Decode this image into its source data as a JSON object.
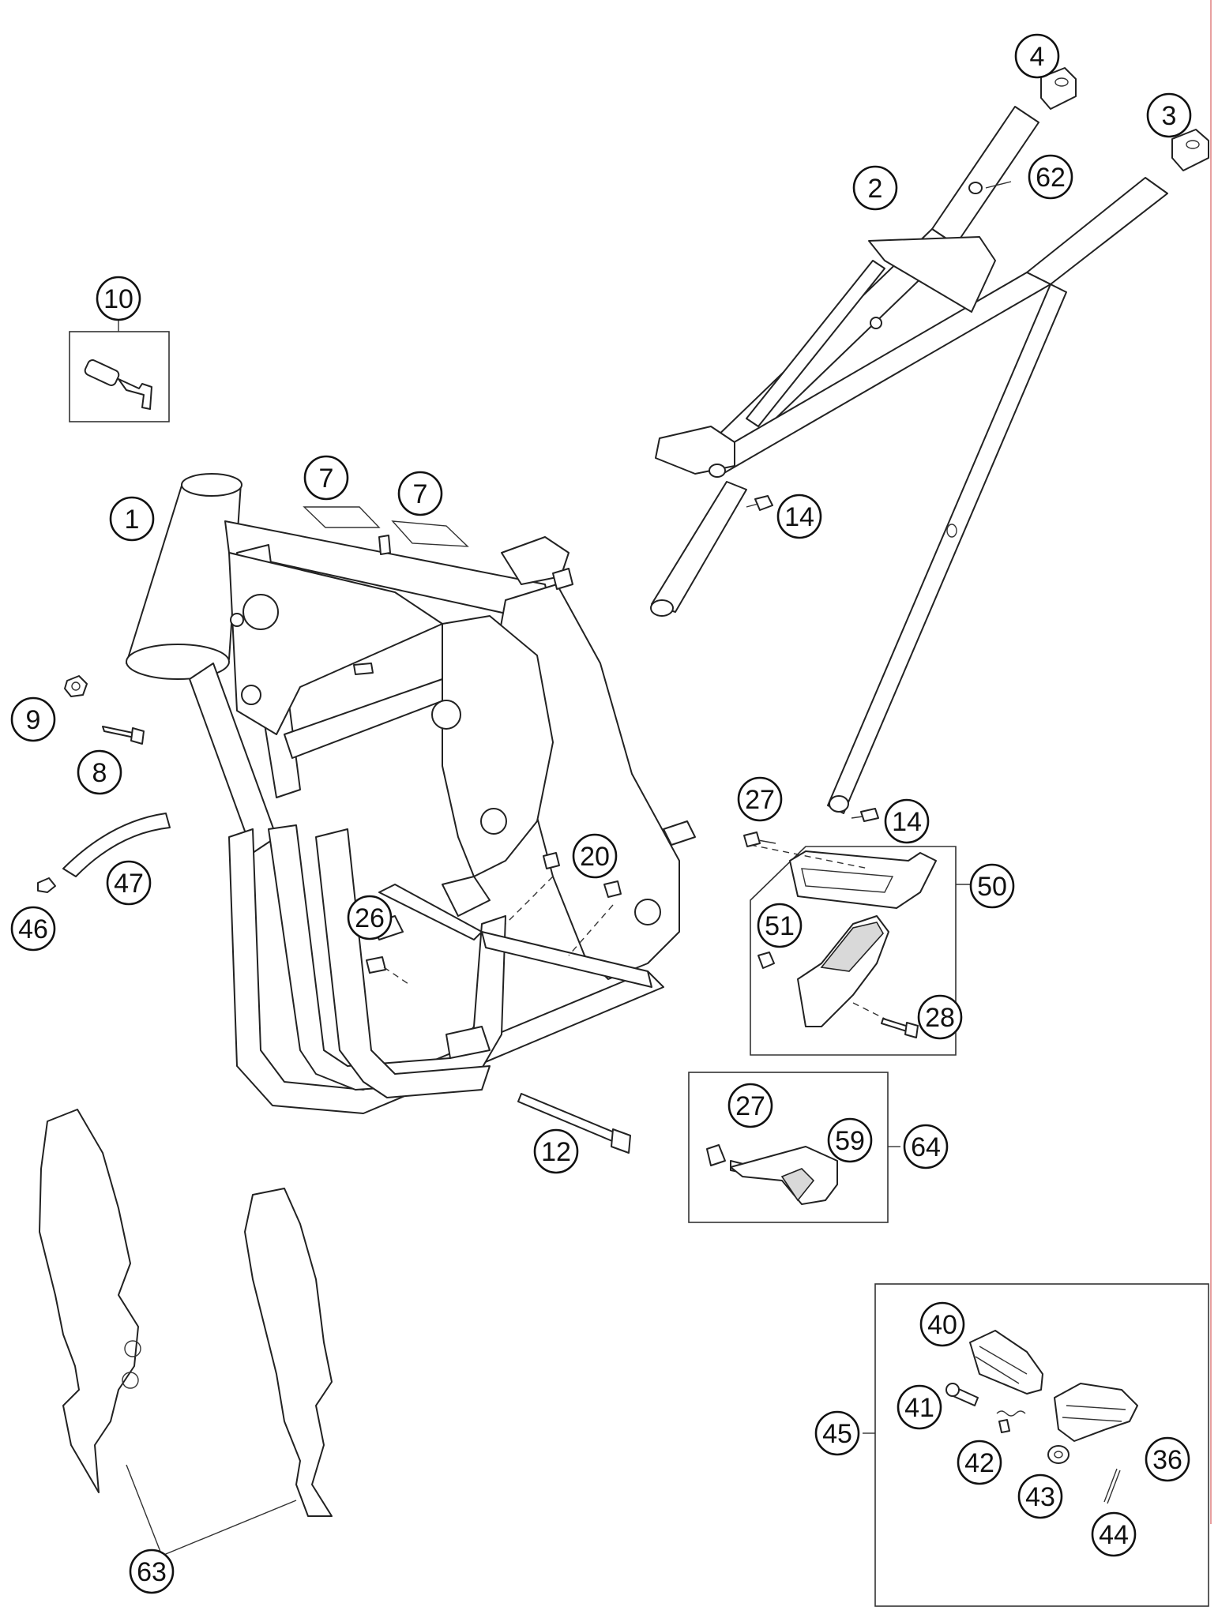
{
  "diagram": {
    "callouts": [
      {
        "id": "c-4",
        "label": "4"
      },
      {
        "id": "c-3",
        "label": "3"
      },
      {
        "id": "c-2",
        "label": "2"
      },
      {
        "id": "c-62",
        "label": "62"
      },
      {
        "id": "c-10",
        "label": "10"
      },
      {
        "id": "c-7a",
        "label": "7"
      },
      {
        "id": "c-7b",
        "label": "7"
      },
      {
        "id": "c-1",
        "label": "1"
      },
      {
        "id": "c-14a",
        "label": "14"
      },
      {
        "id": "c-9",
        "label": "9"
      },
      {
        "id": "c-8",
        "label": "8"
      },
      {
        "id": "c-27a",
        "label": "27"
      },
      {
        "id": "c-14b",
        "label": "14"
      },
      {
        "id": "c-20",
        "label": "20"
      },
      {
        "id": "c-50",
        "label": "50"
      },
      {
        "id": "c-47",
        "label": "47"
      },
      {
        "id": "c-46",
        "label": "46"
      },
      {
        "id": "c-26",
        "label": "26"
      },
      {
        "id": "c-51",
        "label": "51"
      },
      {
        "id": "c-28",
        "label": "28"
      },
      {
        "id": "c-27b",
        "label": "27"
      },
      {
        "id": "c-59",
        "label": "59"
      },
      {
        "id": "c-64",
        "label": "64"
      },
      {
        "id": "c-12",
        "label": "12"
      },
      {
        "id": "c-40",
        "label": "40"
      },
      {
        "id": "c-41",
        "label": "41"
      },
      {
        "id": "c-45",
        "label": "45"
      },
      {
        "id": "c-42",
        "label": "42"
      },
      {
        "id": "c-36",
        "label": "36"
      },
      {
        "id": "c-43",
        "label": "43"
      },
      {
        "id": "c-44",
        "label": "44"
      },
      {
        "id": "c-63",
        "label": "63"
      }
    ]
  }
}
